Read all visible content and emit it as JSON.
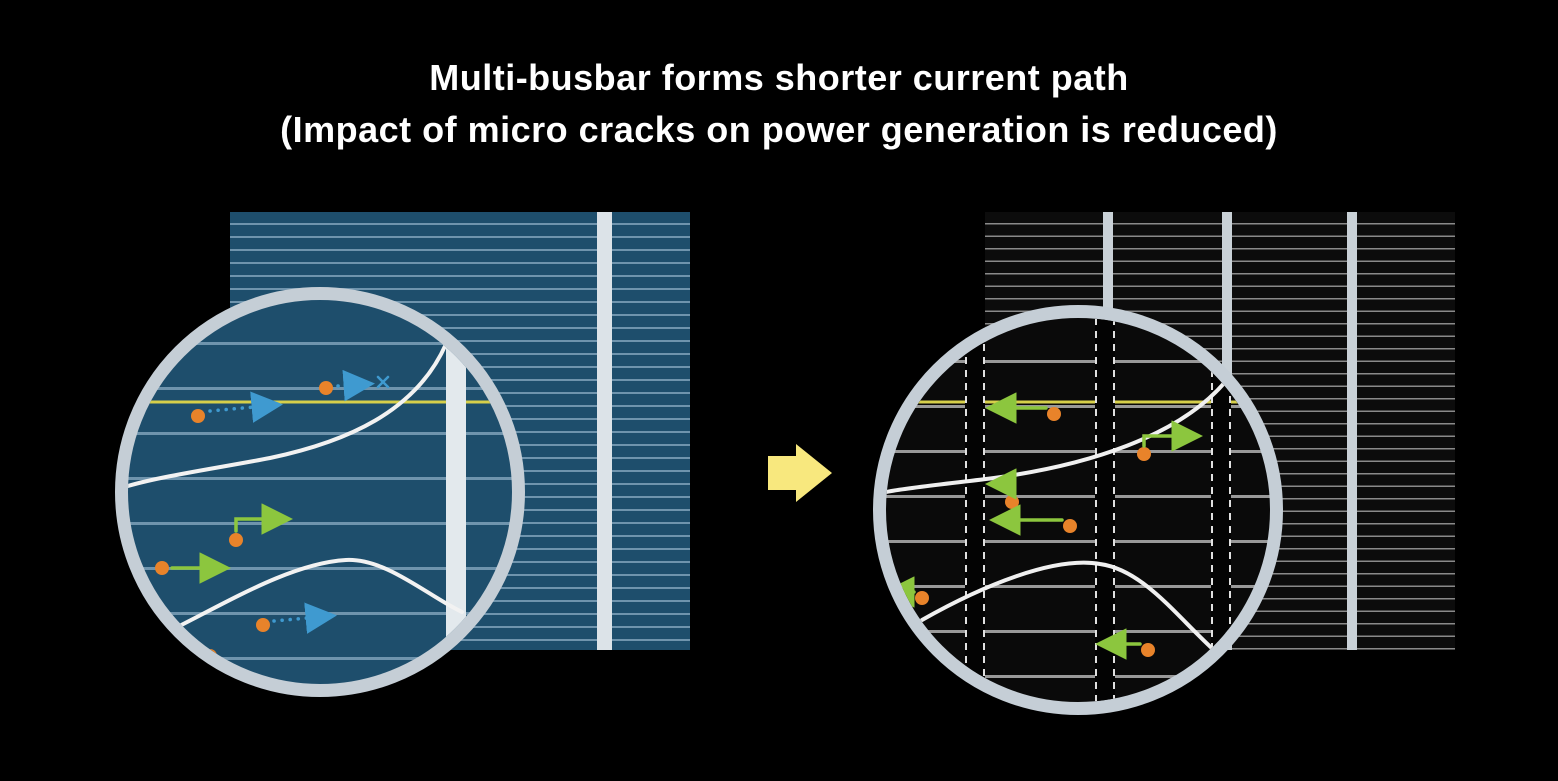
{
  "title": {
    "line1": "Multi-busbar forms shorter current path",
    "line2": "(Impact of micro cracks on power generation is reduced)"
  },
  "panels": {
    "left": {
      "name": "conventional busbar cell",
      "busbar_count_visible": 2
    },
    "right": {
      "name": "multi-busbar cell",
      "busbar_count_visible": 3
    }
  },
  "icons": {
    "transition_arrow": "right-arrow-icon",
    "electron": "orange-dot",
    "long_current_path": "blue-dotted-arrow",
    "short_current_path": "green-arrow",
    "blocked_path": "x-mark",
    "micro_crack": "white-crack-line"
  },
  "colors": {
    "background": "#000000",
    "title_text": "#ffffff",
    "cell_left_base": "#1e4e6c",
    "cell_left_finger": "#6f94ad",
    "cell_right_base": "#0c0c0c",
    "cell_right_finger": "#8a8a8a",
    "busbar": "#dce3e8",
    "magnifier_ring": "#c5ced6",
    "arrow": "#f8e87e",
    "highlight_finger": "#d6cf4a",
    "crack": "#f2f2f2",
    "electron_dot": "#e8832a",
    "path_blue": "#3f9ad0",
    "path_green": "#8cc63e"
  }
}
